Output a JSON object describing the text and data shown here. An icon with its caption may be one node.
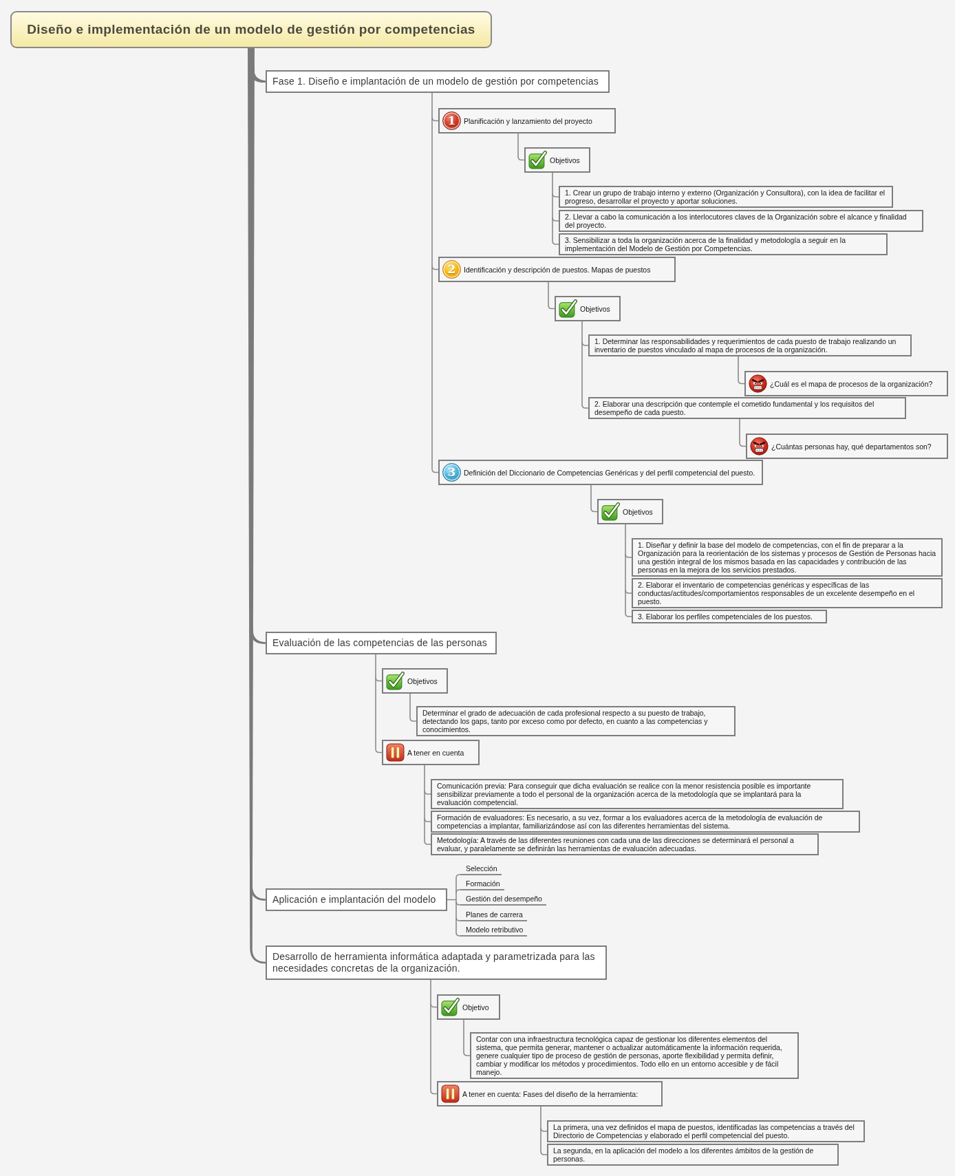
{
  "diagram": {
    "nodes": [
      {
        "text": [
          "Diseño e implementación de un modelo de gestión por competencias"
        ]
      },
      {
        "text": [
          "Fase 1. Diseño e implantación de un modelo de gestión por competencias"
        ]
      },
      {
        "text": [
          "1",
          "Planificación y lanzamiento del proyecto"
        ]
      },
      {
        "text": [
          "Objetivos"
        ]
      },
      {
        "text": [
          "1. Crear un grupo de trabajo interno y externo (Organización y Consultora), con la idea de facilitar el progreso, desarrollar el proyecto y aportar soluciones."
        ]
      },
      {
        "text": [
          "2. Llevar a cabo la comunicación a los interlocutores claves de la Organización sobre el alcance y finalidad del proyecto."
        ]
      },
      {
        "text": [
          "3. Sensibilizar a toda la organización acerca de la finalidad y metodología a seguir en la implementación del Modelo de Gestión por Competencias."
        ]
      },
      {
        "text": [
          "2",
          "Identificación y descripción de puestos. Mapas de puestos"
        ]
      },
      {
        "text": [
          "Objetivos"
        ]
      },
      {
        "text": [
          "1. Determinar las responsabilidades y requerimientos de cada puesto de trabajo realizando un inventario de puestos vinculado al mapa de procesos de la organización."
        ]
      },
      {
        "text": [
          "¿Cuál es el mapa de procesos de la organización?"
        ]
      },
      {
        "text": [
          "2. Elaborar una descripción que contemple el cometido fundamental y los requisitos del desempeño de cada puesto."
        ]
      },
      {
        "text": [
          "¿Cuántas personas hay, qué departamentos son?"
        ]
      },
      {
        "text": [
          "3",
          "Definición del Diccionario de Competencias Genéricas y del perfil competencial del puesto."
        ]
      },
      {
        "text": [
          "Objetivos"
        ]
      },
      {
        "text": [
          "1. Diseñar y definir la base del modelo de competencias, con el fin de preparar a la Organización para la reorientación de los sistemas y procesos de Gestión de Personas hacia una gestión integral de los mismos basada en las capacidades y contribución de las personas en la mejora de los servicios prestados."
        ]
      },
      {
        "text": [
          "2. Elaborar el inventario de competencias genéricas y específicas de las conductas/actitudes/comportamientos responsables de un excelente desempeño en el puesto."
        ]
      },
      {
        "text": [
          "3. Elaborar los perfiles competenciales de los puestos."
        ]
      },
      {
        "text": [
          "Evaluación de las competencias de las personas"
        ]
      },
      {
        "text": [
          "Objetivos"
        ]
      },
      {
        "text": [
          "Determinar el grado de adecuación de cada profesional respecto a su puesto de trabajo, detectando los gaps, tanto por exceso como por defecto, en cuanto a las competencias y conocimientos."
        ]
      },
      {
        "text": [
          "A tener en cuenta"
        ]
      },
      {
        "text": [
          "Comunicación previa: Para conseguir que dicha evaluación se realice con la menor resistencia posible es importante sensibilizar previamente a todo el personal de la organización acerca de la metodología que se implantará para la evaluación competencial."
        ]
      },
      {
        "text": [
          "Formación de evaluadores: Es necesario, a su vez, formar a los evaluadores acerca de la metodología de evaluación de competencias a implantar, familiarizándose así con las diferentes herramientas del sistema."
        ]
      },
      {
        "text": [
          "Metodología: A través de las diferentes reuniones con cada una de las direcciones se determinará el personal a evaluar, y paralelamente se definirán las herramientas de evaluación adecuadas."
        ]
      },
      {
        "text": [
          "Aplicación e implantación del modelo"
        ]
      },
      {
        "text": [
          "Selección"
        ]
      },
      {
        "text": [
          "Formación"
        ]
      },
      {
        "text": [
          "Gestión del desempeño"
        ]
      },
      {
        "text": [
          "Planes de carrera"
        ]
      },
      {
        "text": [
          "Modelo retributivo"
        ]
      },
      {
        "text": [
          "Desarrollo de herramienta informática adaptada y parametrizada para las necesidades concretas de la organización."
        ]
      },
      {
        "text": [
          "Objetivo"
        ]
      },
      {
        "text": [
          "Contar con una infraestructura tecnológica capaz de gestionar los diferentes elementos del sistema, que permita generar, mantener o actualizar automáticamente la información requerida, genere cualquier tipo de proceso de gestión de personas, aporte flexibilidad y permita definir, cambiar y modificar los métodos y procedimientos. Todo ello en un entorno accesible y de fácil manejo."
        ]
      },
      {
        "text": [
          "A tener en cuenta: Fases del diseño de la herramienta:"
        ]
      },
      {
        "text": [
          "La primera, una vez definidos el mapa de puestos, identificadas las competencias a través del Directorio de Competencias y elaborado el perfil competencial del puesto."
        ]
      },
      {
        "text": [
          "La segunda, en la aplicación del modelo a los diferentes ámbitos de la gestión de personas."
        ]
      }
    ],
    "edges": [
      {
        "from": 0,
        "to": 1,
        "arrow": "none",
        "style": "thick"
      },
      {
        "from": 1,
        "to": 2,
        "arrow": "none"
      },
      {
        "from": 2,
        "to": 3,
        "arrow": "none"
      },
      {
        "from": 3,
        "to": 4,
        "arrow": "none"
      },
      {
        "from": 3,
        "to": 5,
        "arrow": "none"
      },
      {
        "from": 3,
        "to": 6,
        "arrow": "none"
      },
      {
        "from": 1,
        "to": 7,
        "arrow": "none"
      },
      {
        "from": 7,
        "to": 8,
        "arrow": "none"
      },
      {
        "from": 8,
        "to": 9,
        "arrow": "none"
      },
      {
        "from": 9,
        "to": 10,
        "arrow": "none"
      },
      {
        "from": 8,
        "to": 11,
        "arrow": "none"
      },
      {
        "from": 11,
        "to": 12,
        "arrow": "none"
      },
      {
        "from": 1,
        "to": 13,
        "arrow": "none"
      },
      {
        "from": 13,
        "to": 14,
        "arrow": "none"
      },
      {
        "from": 14,
        "to": 15,
        "arrow": "none"
      },
      {
        "from": 14,
        "to": 16,
        "arrow": "none"
      },
      {
        "from": 14,
        "to": 17,
        "arrow": "none"
      },
      {
        "from": 0,
        "to": 18,
        "arrow": "none",
        "style": "thick"
      },
      {
        "from": 18,
        "to": 19,
        "arrow": "none"
      },
      {
        "from": 19,
        "to": 20,
        "arrow": "none"
      },
      {
        "from": 18,
        "to": 21,
        "arrow": "none"
      },
      {
        "from": 21,
        "to": 22,
        "arrow": "none"
      },
      {
        "from": 21,
        "to": 23,
        "arrow": "none"
      },
      {
        "from": 21,
        "to": 24,
        "arrow": "none"
      },
      {
        "from": 0,
        "to": 25,
        "arrow": "none",
        "style": "thick"
      },
      {
        "from": 25,
        "to": 26,
        "arrow": "none"
      },
      {
        "from": 25,
        "to": 27,
        "arrow": "none"
      },
      {
        "from": 25,
        "to": 28,
        "arrow": "none"
      },
      {
        "from": 25,
        "to": 29,
        "arrow": "none"
      },
      {
        "from": 25,
        "to": 30,
        "arrow": "none"
      },
      {
        "from": 0,
        "to": 31,
        "arrow": "none",
        "style": "thick"
      },
      {
        "from": 31,
        "to": 32,
        "arrow": "none"
      },
      {
        "from": 32,
        "to": 33,
        "arrow": "none"
      },
      {
        "from": 31,
        "to": 34,
        "arrow": "none"
      },
      {
        "from": 34,
        "to": 35,
        "arrow": "none"
      },
      {
        "from": 34,
        "to": 36,
        "arrow": "none"
      }
    ]
  }
}
